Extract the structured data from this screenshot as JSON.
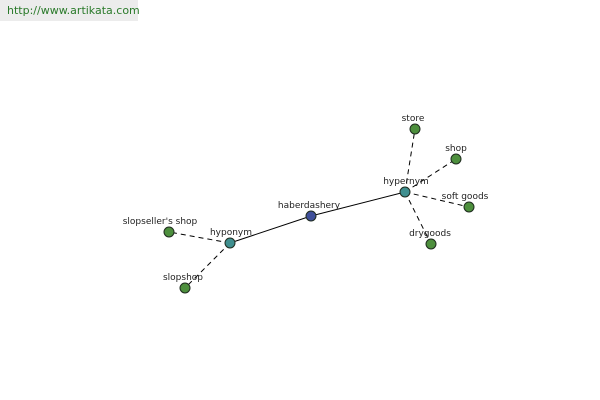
{
  "banner": {
    "url": "http://www.artikata.com"
  },
  "colors": {
    "center": "#3f4f9a",
    "relation": "#3f8f8f",
    "term": "#4d8f3d",
    "banner_text": "#2a7a2a",
    "banner_bg": "#ececec"
  },
  "graph": {
    "nodes": [
      {
        "id": "haberdashery",
        "label": "haberdashery",
        "kind": "center"
      },
      {
        "id": "hypernym",
        "label": "hypernym",
        "kind": "relation"
      },
      {
        "id": "hyponym",
        "label": "hyponym",
        "kind": "relation"
      },
      {
        "id": "store",
        "label": "store",
        "kind": "term"
      },
      {
        "id": "shop",
        "label": "shop",
        "kind": "term"
      },
      {
        "id": "soft-goods",
        "label": "soft goods",
        "kind": "term"
      },
      {
        "id": "drygoods",
        "label": "drygoods",
        "kind": "term"
      },
      {
        "id": "slopsellers-shop",
        "label": "slopseller's shop",
        "kind": "term"
      },
      {
        "id": "slopshop",
        "label": "slopshop",
        "kind": "term"
      }
    ],
    "edges": [
      {
        "from": "haberdashery",
        "to": "hypernym",
        "style": "solid"
      },
      {
        "from": "haberdashery",
        "to": "hyponym",
        "style": "solid"
      },
      {
        "from": "hypernym",
        "to": "store",
        "style": "dashed"
      },
      {
        "from": "hypernym",
        "to": "shop",
        "style": "dashed"
      },
      {
        "from": "hypernym",
        "to": "soft-goods",
        "style": "dashed"
      },
      {
        "from": "hypernym",
        "to": "drygoods",
        "style": "dashed"
      },
      {
        "from": "hyponym",
        "to": "slopsellers-shop",
        "style": "dashed"
      },
      {
        "from": "hyponym",
        "to": "slopshop",
        "style": "dashed"
      }
    ]
  }
}
